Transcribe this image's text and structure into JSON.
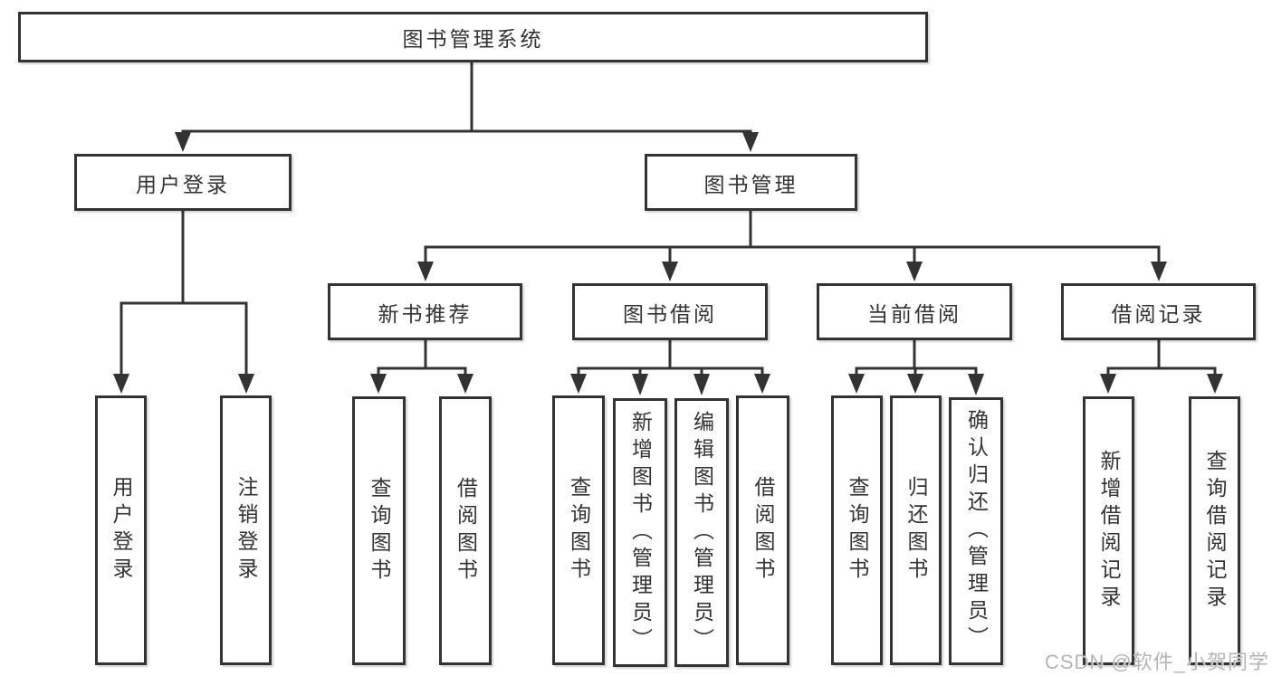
{
  "tree": {
    "root": {
      "label": "图书管理系统"
    },
    "branches": [
      {
        "label": "用户登录",
        "children": [
          {
            "label": "用户登录"
          },
          {
            "label": "注销登录"
          }
        ]
      },
      {
        "label": "图书管理",
        "children": [
          {
            "label": "新书推荐",
            "children": [
              {
                "label": "查询图书"
              },
              {
                "label": "借阅图书"
              }
            ]
          },
          {
            "label": "图书借阅",
            "children": [
              {
                "label": "查询图书"
              },
              {
                "label": "新增图书（管理员）"
              },
              {
                "label": "编辑图书（管理员）"
              },
              {
                "label": "借阅图书"
              }
            ]
          },
          {
            "label": "当前借阅",
            "children": [
              {
                "label": "查询图书"
              },
              {
                "label": "归还图书"
              },
              {
                "label": "确认归还（管理员）"
              }
            ]
          },
          {
            "label": "借阅记录",
            "children": [
              {
                "label": "新增借阅记录"
              },
              {
                "label": "查询借阅记录"
              }
            ]
          }
        ]
      }
    ]
  },
  "watermark": "CSDN @软件_小贺同学",
  "colors": {
    "line": "#333333",
    "text": "#333333",
    "background": "#ffffff",
    "watermark": "#b5b5b5"
  }
}
